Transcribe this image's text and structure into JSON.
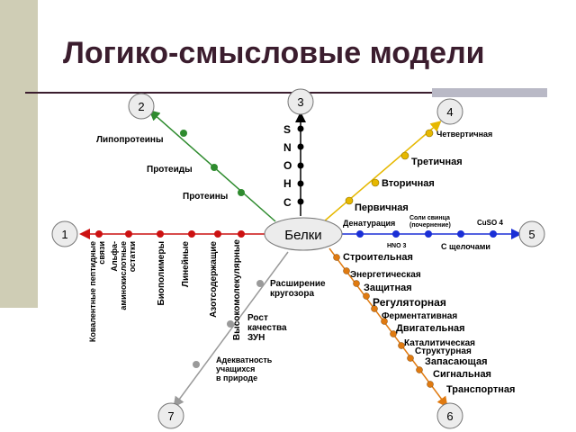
{
  "title": "Логико-смысловые модели",
  "center": "Белки",
  "axes": {
    "n1": "1",
    "n2": "2",
    "n3": "3",
    "n4": "4",
    "n5": "5",
    "n6": "6",
    "n7": "7"
  },
  "ray1": [
    "Ковалентные пептидные связи",
    "Альфа-аминокислотные остатки",
    "Биополимеры",
    "Линейные",
    "Азотсодержащие",
    "Высокомолекулярные"
  ],
  "ray2": [
    "Протеины",
    "Протеиды",
    "Липопротеины"
  ],
  "ray3": [
    "С",
    "Н",
    "О",
    "N",
    "S"
  ],
  "ray4": [
    "Первичная",
    "Вторичная",
    "Третичная",
    "Четвертичная"
  ],
  "ray5": [
    "Денатурация",
    "Соли свинца (почернение)",
    "CuSO 4",
    "HNO 3",
    "С щелочами"
  ],
  "ray6": [
    "Строительная",
    "Энергетическая",
    "Защитная",
    "Регуляторная",
    "Ферментативная",
    "Двигательная",
    "Каталитическая",
    "Структурная",
    "Запасающая",
    "Сигнальная",
    "Транспортная"
  ],
  "ray7": [
    "Расширение кругозора",
    "Рост качества ЗУН",
    "Адекватность учащихся в природе"
  ],
  "colors": {
    "ray1": "#cc1111",
    "ray2": "#2e8b2e",
    "ray3": "#000000",
    "ray4": "#e6b800",
    "ray5": "#1a2fd6",
    "ray6": "#e07a10",
    "ray7": "#9a9a9a",
    "title": "#3b1d2e"
  }
}
